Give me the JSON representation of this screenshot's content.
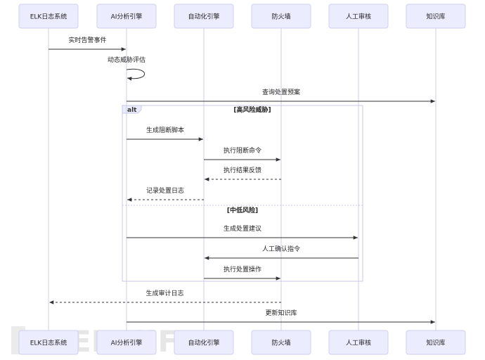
{
  "participants": [
    "ELK日志系统",
    "AI分析引擎",
    "自动化引擎",
    "防火墙",
    "人工审核",
    "知识库"
  ],
  "messages": [
    {
      "from": 0,
      "to": 1,
      "label": "实时告警事件",
      "style": "solid"
    },
    {
      "from": 1,
      "to": 1,
      "label": "动态威胁评估",
      "style": "solid",
      "self": true
    },
    {
      "from": 1,
      "to": 5,
      "label": "查询处置预案",
      "style": "solid"
    },
    {
      "from": 1,
      "to": 2,
      "label": "生成阻断脚本",
      "style": "solid"
    },
    {
      "from": 2,
      "to": 3,
      "label": "执行阻断命令",
      "style": "solid"
    },
    {
      "from": 3,
      "to": 2,
      "label": "执行结果反馈",
      "style": "dashed"
    },
    {
      "from": 2,
      "to": 1,
      "label": "记录处置日志",
      "style": "dashed"
    },
    {
      "from": 1,
      "to": 4,
      "label": "生成处置建议",
      "style": "solid"
    },
    {
      "from": 4,
      "to": 2,
      "label": "人工确认指令",
      "style": "solid"
    },
    {
      "from": 2,
      "to": 3,
      "label": "执行处置操作",
      "style": "solid"
    },
    {
      "from": 3,
      "to": 0,
      "label": "生成审计日志",
      "style": "dashed"
    },
    {
      "from": 1,
      "to": 5,
      "label": "更新知识库",
      "style": "solid"
    }
  ],
  "alt_frame": {
    "keyword": "alt",
    "condition_1": "[高风险威胁]",
    "condition_2": "[中低风险]"
  },
  "watermark": "FREEBUF",
  "colors": {
    "actor_fill": "#ECECFF",
    "actor_border": "#CFCFF2",
    "line": "#333333",
    "lifeline": "#CFCFE6"
  }
}
